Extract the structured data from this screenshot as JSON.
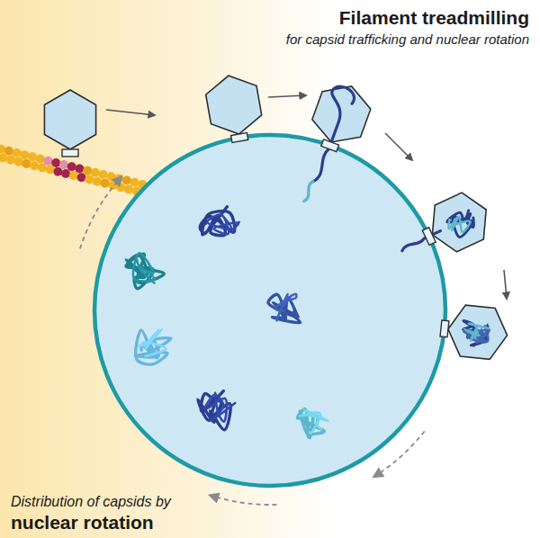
{
  "diagram": {
    "labels": [
      "Filament treadmilling",
      "for capsid trafficking and nuclear rotation",
      "Distribution of capsids by",
      "nuclear rotation"
    ]
  }
}
